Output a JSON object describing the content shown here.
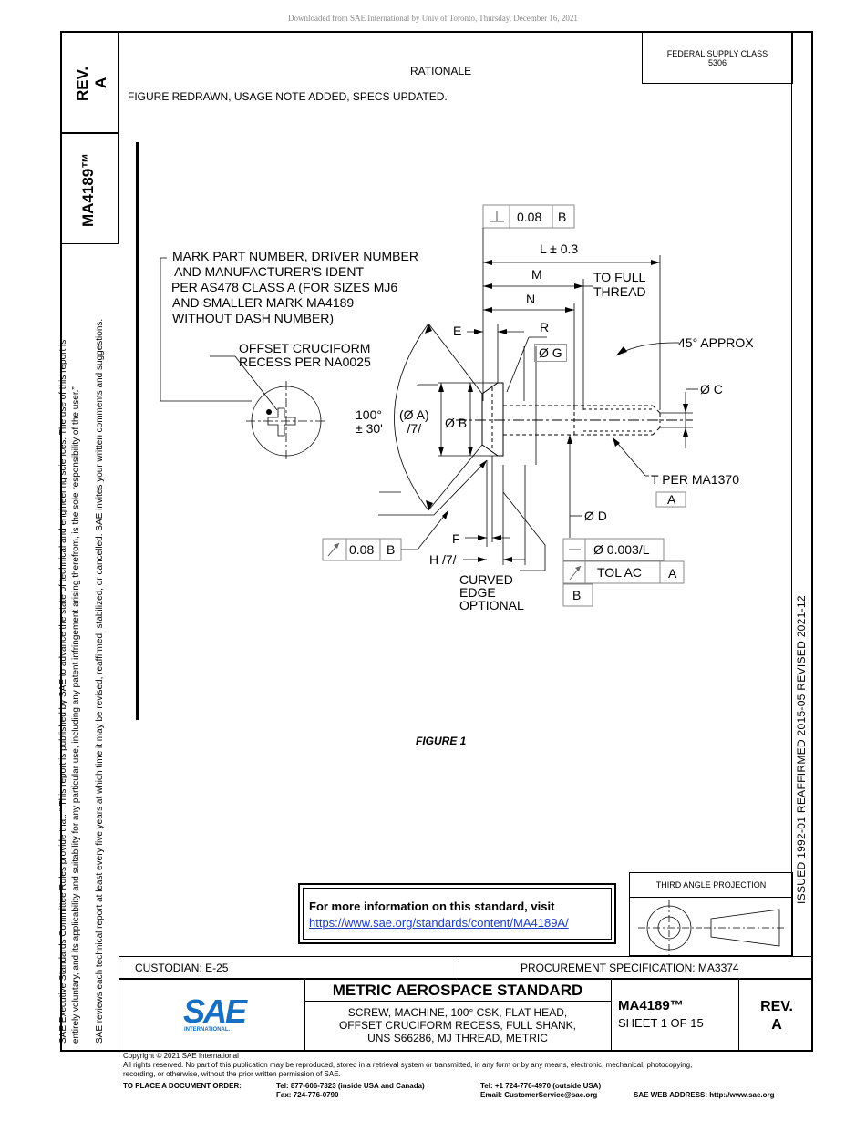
{
  "download_notice": "Downloaded from SAE International by Univ of Toronto, Thursday, December 16, 2021",
  "side_notice": {
    "line1": "SAE Executive Standards Committee Rules provide that: “ This report is published by SAE to advance the state of technical and engineering sciences. The use of this report is",
    "line2": "entirely voluntary, and its applicability and suitability for any particular use, including any patent infringement arising therefrom, is the sole responsibility of the user.”",
    "line3": "SAE reviews each technical report at least every five years at which time it may be revised, reaffirmed, stabilized, or cancelled. SAE invites your written comments and suggestions."
  },
  "rev_box": {
    "label": "REV.",
    "value": "A"
  },
  "doc_number": "MA4189™",
  "header": {
    "rationale_title": "RATIONALE",
    "rationale_text": "FIGURE REDRAWN, USAGE NOTE ADDED, SPECS UPDATED.",
    "supply_class_label": "FEDERAL SUPPLY CLASS",
    "supply_class_value": "5306"
  },
  "status_strip": "ISSUED 1992-01    REAFFIRMED 2015-05    REVISED 2021-12",
  "drawing": {
    "mark_note": [
      "MARK PART NUMBER, DRIVER NUMBER",
      "AND MANUFACTURER'S IDENT",
      "PER AS478 CLASS A (FOR SIZES MJ6",
      "AND SMALLER MARK MA4189",
      "WITHOUT DASH NUMBER)"
    ],
    "recess_note": [
      "OFFSET CRUCIFORM",
      "RECESS PER NA0025"
    ],
    "perp_tol": "0.08",
    "perp_datum": "B",
    "L": "L ± 0.3",
    "M": "M",
    "N": "N",
    "to_full_thread": [
      "TO FULL",
      "THREAD"
    ],
    "E": "E",
    "R": "R",
    "G": "Ø G",
    "angle_45": "45° APPROX",
    "C": "Ø C",
    "angle_100": [
      "100°",
      "± 30'"
    ],
    "A": [
      "(Ø A)",
      "/7/"
    ],
    "B": "Ø B",
    "T": "T PER MA1370",
    "datum_A": "A",
    "D": "Ø D",
    "F": "F",
    "H": "H /7/",
    "runout_tol": "0.08",
    "runout_datum": "B",
    "pos_tol": "Ø 0.003/L",
    "tol_ac": "TOL AC",
    "tol_ac_datum": "A",
    "curved": [
      "CURVED",
      "EDGE",
      "OPTIONAL"
    ],
    "datum_B": "B",
    "figure_caption": "FIGURE 1"
  },
  "info_box": {
    "text": "For more information on this standard, visit",
    "link": "https://www.sae.org/standards/content/MA4189A/"
  },
  "projection": {
    "label": "THIRD ANGLE PROJECTION"
  },
  "title_block": {
    "custodian": "CUSTODIAN: E-25",
    "procurement": "PROCUREMENT SPECIFICATION: MA3374",
    "logo_text": "SAE",
    "logo_sub": "INTERNATIONAL.",
    "standard_title": "METRIC AEROSPACE STANDARD",
    "desc1": "SCREW, MACHINE, 100° CSK, FLAT HEAD,",
    "desc2": "OFFSET CRUCIFORM RECESS, FULL SHANK,",
    "desc3": "UNS S66286, MJ THREAD, METRIC",
    "doc_number": "MA4189™",
    "sheet": "SHEET 1 OF 15",
    "rev_label": "REV.",
    "rev_value": "A"
  },
  "footer": {
    "copyright": "Copyright © 2021 SAE International",
    "rights1": "All rights reserved. No part of this publication may be reproduced, stored in a retrieval system or transmitted, in any form or by any means, electronic, mechanical, photocopying,",
    "rights2": "recording, or otherwise, without the prior written permission of SAE.",
    "order_label": "TO PLACE A DOCUMENT ORDER:",
    "tel_us": "Tel: 877-606-7323 (inside USA and Canada)",
    "fax": "Fax: 724-776-0790",
    "tel_out": "Tel: +1 724-776-4970 (outside USA)",
    "email": "Email: CustomerService@sae.org",
    "web": "SAE WEB ADDRESS: http://www.sae.org"
  }
}
